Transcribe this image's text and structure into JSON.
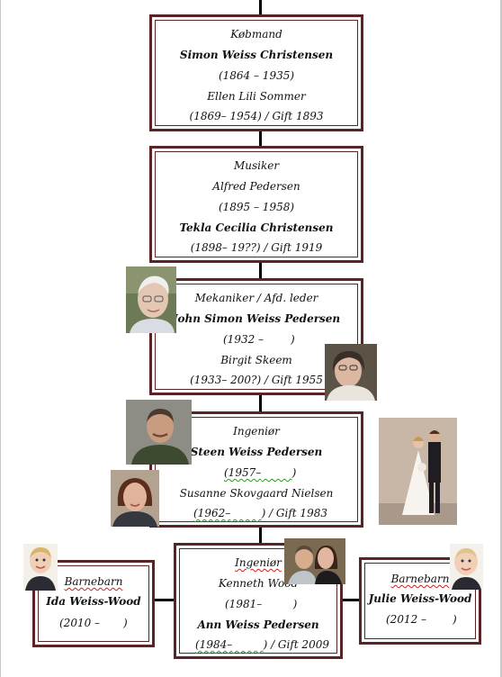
{
  "gen1": {
    "title": "Købmand",
    "name": "Simon Weiss Christensen",
    "years": "(1864 – 1935)",
    "spouse": "Ellen Lili Sommer",
    "spouse_years": "(1869– 1954) / Gift 1893"
  },
  "gen2": {
    "title": "Musiker",
    "name": "Alfred Pedersen",
    "years": "(1895 – 1958)",
    "spouse": "Tekla Cecilia Christensen",
    "spouse_years": "(1898– 19??) / Gift 1919"
  },
  "gen3": {
    "title": "Mekaniker / Afd. leder",
    "name": "John Simon Weiss Pedersen",
    "years_start": "(1932 –",
    "years_end": ")",
    "spouse": "Birgit Skeem",
    "spouse_years": "(1933– 200?) / Gift 1955"
  },
  "gen4": {
    "title": "Ingeniør",
    "name": "Steen Weiss Pedersen",
    "years_start": "(1957–",
    "years_end": ")",
    "spouse": "Susanne Skovgaard Nielsen",
    "spouse_years_start": "(1962–",
    "spouse_years_end": ") / Gift 1983"
  },
  "gen5": {
    "title": "Ingeniør",
    "name": "Kenneth Wood",
    "years_start": "(1981–",
    "years_end": ")",
    "spouse": "Ann Weiss Pedersen",
    "spouse_years_start": "(1984–",
    "spouse_years_end": ") / Gift 2009"
  },
  "grandchild_left": {
    "title": "Barnebarn",
    "name": "Ida Weiss-Wood",
    "years_start": "(2010 –",
    "years_end": ")"
  },
  "grandchild_right": {
    "title": "Barnebarn",
    "name": "Julie Weiss-Wood",
    "years_start": "(2012 –",
    "years_end": ")"
  },
  "colors": {
    "border": "#5a2424",
    "connector": "#000000",
    "spell_wave": "#2a9a2a"
  }
}
